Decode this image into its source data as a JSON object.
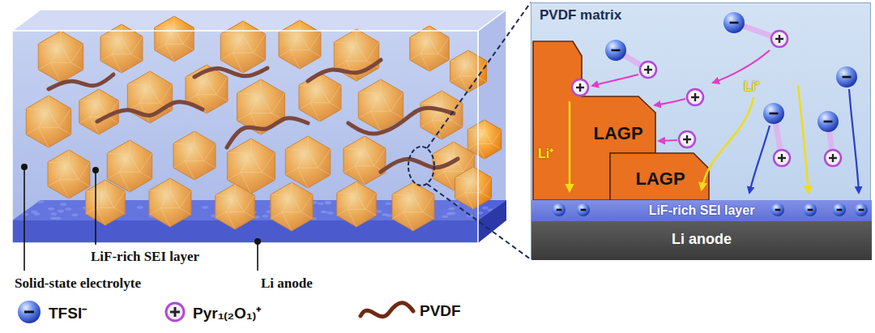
{
  "diagram": {
    "nodes": [
      {
        "text": [
          "PVDF matrix"
        ]
      },
      {
        "text": [
          "LAGP"
        ],
        "in": 0
      },
      {
        "text": [
          "LAGP"
        ],
        "in": 0
      },
      {
        "text": [
          "LiF-rich SEI layer"
        ],
        "in": 0
      },
      {
        "text": [
          "Li anode"
        ],
        "in": 0
      }
    ],
    "labels": [
      "LiF-rich SEI layer",
      "Solid-state electrolyte",
      "Li anode",
      "Li⁺",
      "Li⁺"
    ],
    "legend": [
      {
        "text": "TFSI⁻"
      },
      {
        "text": "Pyr₁₍₂O₁₎⁺"
      },
      {
        "text": "PVDF"
      }
    ]
  }
}
